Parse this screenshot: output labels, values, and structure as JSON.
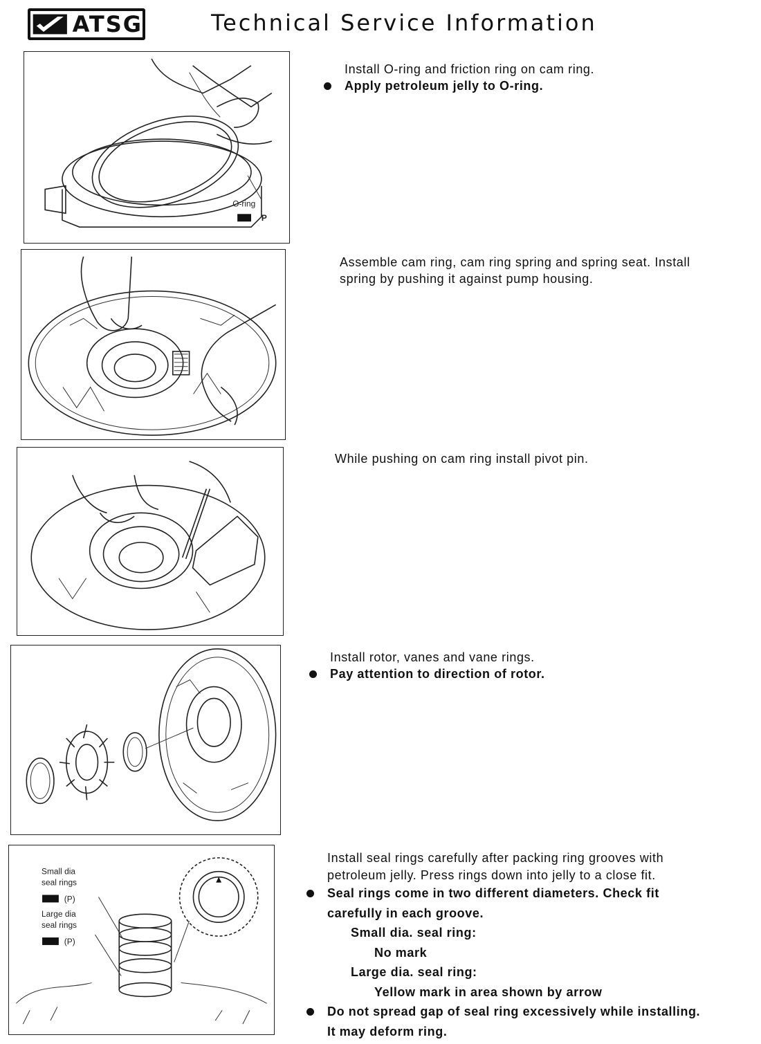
{
  "header": {
    "logo_text": "ATSG",
    "title": "Technical Service Information"
  },
  "step1": {
    "line1": "Install O-ring and friction ring on cam ring.",
    "bullet1": "Apply petroleum jelly to O-ring.",
    "label_oring": "O-ring",
    "label_p": "P"
  },
  "step2": {
    "line1": "Assemble cam ring, cam ring spring and spring seat. Install",
    "line2": "spring by pushing it against pump housing."
  },
  "step3": {
    "line1": "While pushing on cam ring install pivot pin."
  },
  "step4": {
    "line1": "Install rotor, vanes and vane rings.",
    "bullet1": "Pay attention to direction of rotor."
  },
  "step5": {
    "line1": "Install seal rings carefully after packing ring grooves with",
    "line2": "petroleum jelly. Press rings down into jelly to a close fit.",
    "bullet1a": "Seal rings come in two different diameters. Check fit",
    "bullet1b": "carefully in each groove.",
    "small_head": "Small dia. seal ring:",
    "small_val": "No mark",
    "large_head": "Large dia. seal ring:",
    "large_val": "Yellow mark in area shown by arrow",
    "bullet2a": "Do not spread gap of seal ring excessively while installing.",
    "bullet2b": "It may deform ring.",
    "fig_small_1": "Small dia",
    "fig_small_2": "seal rings",
    "fig_small_p": "(P)",
    "fig_large_1": "Large dia",
    "fig_large_2": "seal rings",
    "fig_large_p": "(P)"
  }
}
